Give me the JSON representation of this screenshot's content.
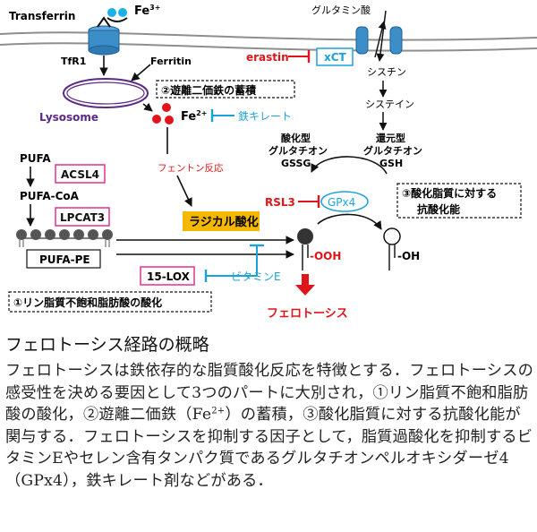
{
  "colors": {
    "black": "#111111",
    "red": "#e0151b",
    "blue": "#1aa3d8",
    "pink": "#e0338c",
    "purple": "#5b2a86",
    "orange": "#f5b800",
    "membrane": "#8e8e8e",
    "transporter": "#3b8ec7"
  },
  "top": {
    "transferrin": "Transferrin",
    "fe3_base": "Fe",
    "fe3_sup": "3+",
    "tfr1": "TfR1",
    "ferritin": "Ferritin",
    "lysosome": "Lysosome",
    "glutamate": "グルタミン酸",
    "erastin": "erastin",
    "xct": "xCT",
    "cystine": "シスチン",
    "cysteine": "システイン"
  },
  "middle": {
    "fe_pool_label": "②遊離二価鉄の蓄積",
    "fe2_base": "Fe",
    "fe2_sup": "2+",
    "chelator": "鉄キレート",
    "fenton": "フェントン反応",
    "gssg_l1": "酸化型",
    "gssg_l2": "グルタチオン",
    "gssg_l3": "GSSG",
    "gsh_l1": "還元型",
    "gsh_l2": "グルタチオン",
    "gsh_l3": "GSH",
    "rsl3": "RSL3",
    "gpx4": "GPx4",
    "antiox_l1": "③酸化脂質に対する",
    "antiox_l2": "抗酸化能"
  },
  "left": {
    "pufa": "PUFA",
    "acsl4": "ACSL4",
    "pufa_coa": "PUFA-CoA",
    "lpcat3": "LPCAT3",
    "pufa_pe": "PUFA-PE",
    "radical": "ラジカル酸化",
    "lox": "15-LOX",
    "vitamin_e": "ビタミンE",
    "ooh": "-OOH",
    "oh": "-OH",
    "ferroptosis": "フェロトーシス",
    "pufa_label": "①リン脂質不飽和脂肪酸の酸化"
  },
  "caption": {
    "title": "フェロトーシス経路の概略",
    "body_1": "フェロトーシスは鉄依存的な脂質酸化反応を特徴とする．フェロトーシスの感受性を決める要因として3つのパートに大別され，①リン脂質不飽和脂肪酸の酸化，②遊離二価鉄（Fe",
    "body_sup": "2+",
    "body_2": "）の蓄積，③酸化脂質に対する抗酸化能が関与する．フェロトーシスを抑制する因子として，脂質過酸化を抑制するビタミンEやセレン含有タンパク質であるグルタチオンペルオキシダーゼ4（GPx4），鉄キレート剤などがある．"
  }
}
